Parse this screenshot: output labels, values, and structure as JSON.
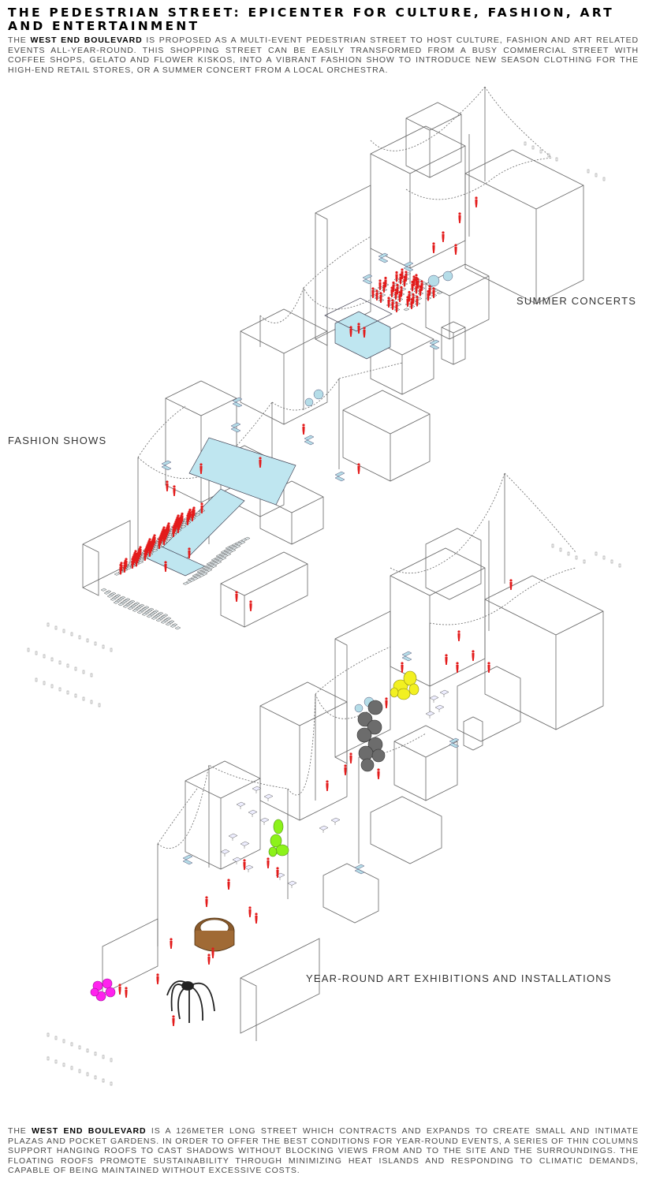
{
  "header": {
    "title": "THE PEDESTRIAN STREET: EPICENTER FOR CULTURE, FASHION, ART AND ENTERTAINMENT"
  },
  "intro": {
    "lead": "THE ",
    "emphasis": "WEST END BOULEVARD",
    "body": " IS PROPOSED AS A MULTI-EVENT PEDESTRIAN STREET TO HOST CULTURE, FASHION AND ART RELATED EVENTS ALL-YEAR-ROUND.  THIS SHOPPING STREET CAN BE EASILY TRANSFORMED FROM A BUSY COMMERCIAL STREET WITH COFFEE SHOPS, GELATO AND FLOWER KISKOS, INTO A VIBRANT FASHION SHOW TO INTRODUCE NEW SEASON CLOTHING FOR THE HIGH-END RETAIL STORES, OR A SUMMER CONCERT FROM A LOCAL ORCHESTRA."
  },
  "labels": {
    "summer_concerts": "SUMMER CONCERTS",
    "fashion_shows": "FASHION SHOWS",
    "art_exhibitions": "YEAR-ROUND ART EXHIBITIONS AND INSTALLATIONS"
  },
  "outro": {
    "lead": "THE ",
    "emphasis": "WEST END BOULEVARD",
    "body": " IS A 126METER LONG STREET WHICH CONTRACTS AND EXPANDS TO CREATE SMALL AND INTIMATE PLAZAS AND POCKET GARDENS.  IN ORDER TO OFFER THE BEST CONDITIONS FOR YEAR-ROUND EVENTS, A SERIES OF THIN COLUMNS SUPPORT HANGING ROOFS TO CAST SHADOWS WITHOUT BLOCKING VIEWS FROM AND TO THE SITE AND THE SURROUNDINGS.  THE FLOATING ROOFS PROMOTE SUSTAINABILITY THROUGH MINIMIZING HEAT ISLANDS AND RESPONDING TO CLIMATIC DEMANDS, CAPABLE OF BEING MAINTAINED WITHOUT EXCESSIVE COSTS."
  },
  "colors": {
    "people": "#e31b1b",
    "stage_glass": "#bfe6f0",
    "kiosk": "#b5dde8",
    "sculpture_yellow": "#f2f021",
    "sculpture_green": "#8cf21a",
    "sculpture_magenta": "#ff22ee",
    "sculpture_grey": "#6c6c6c",
    "sculpture_brown": "#8a5a2b",
    "outline": "#555555"
  }
}
